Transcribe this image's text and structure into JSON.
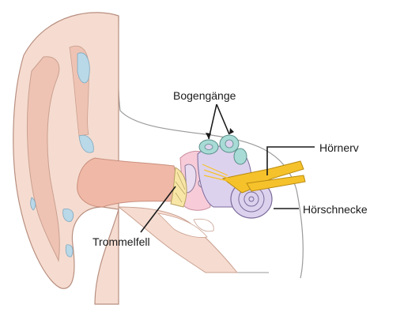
{
  "labels": {
    "semicircular_canals": "Bogengänge",
    "auditory_nerve": "Hörnerv",
    "cochlea": "Hörschnecke",
    "eardrum": "Trommelfell"
  },
  "colors": {
    "skin": "#f6dcd0",
    "skin_dark": "#efc3b3",
    "canal": "#f0b8a6",
    "cartilage": "#b9d8e8",
    "bone": "#ffffff",
    "canals": "#a8dbd6",
    "cochlea": "#ddd2ee",
    "nerve": "#f6c22b",
    "eardrum": "#f7e6a6",
    "outline": "#4d4d4d"
  }
}
